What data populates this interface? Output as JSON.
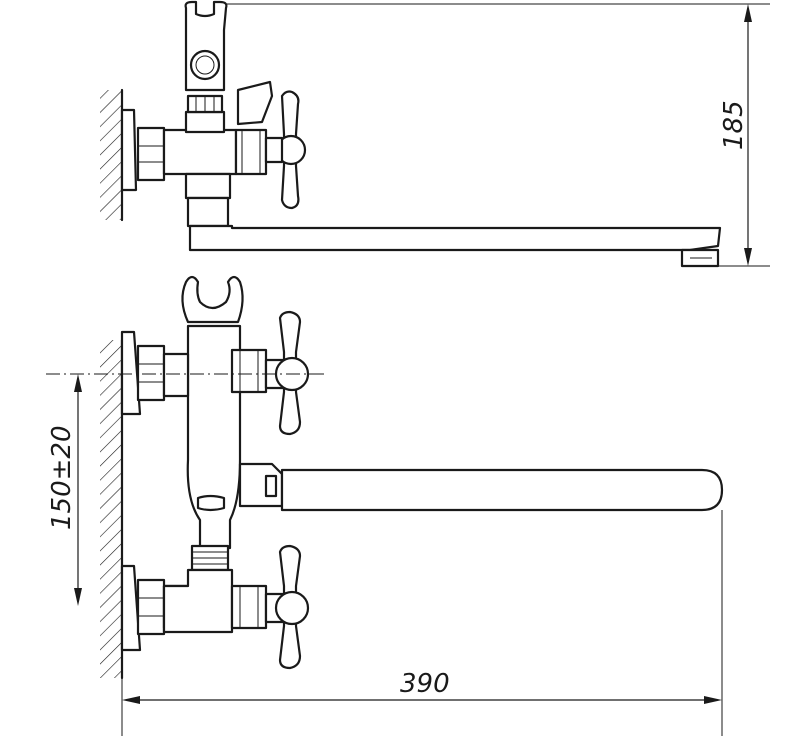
{
  "dimensions": {
    "height_label": "185",
    "center_distance_label": "150±20",
    "spout_length_label": "390"
  },
  "colors": {
    "line": "#1a1a1a",
    "background": "#ffffff"
  }
}
